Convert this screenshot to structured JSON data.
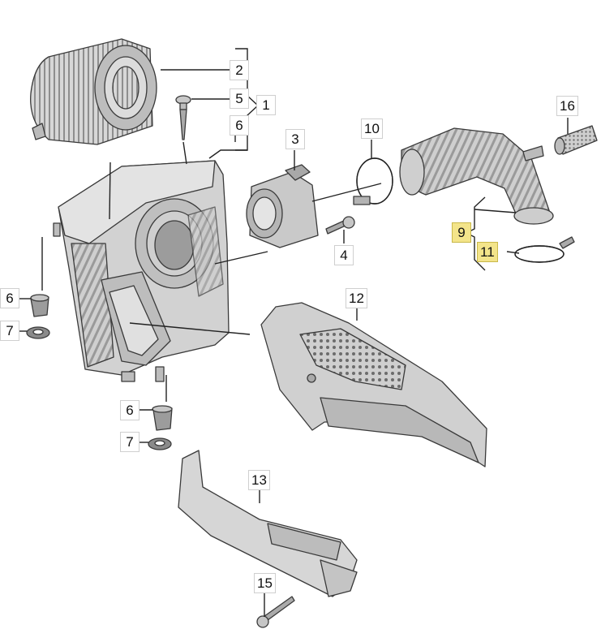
{
  "callouts": {
    "c1": "1",
    "c2": "2",
    "c3": "3",
    "c4": "4",
    "c5": "5",
    "c6a": "6",
    "c6b": "6",
    "c6c": "6",
    "c7a": "7",
    "c7b": "7",
    "c9": "9",
    "c10": "10",
    "c11": "11",
    "c12": "12",
    "c13": "13",
    "c15": "15",
    "c16": "16"
  },
  "highlighted": [
    "9",
    "11"
  ],
  "colors": {
    "highlight": "#f3e48a",
    "part_fill": "#d4d4d4",
    "part_dark": "#9a9a9a",
    "line": "#222222"
  }
}
